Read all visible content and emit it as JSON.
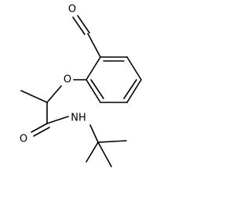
{
  "molecule": {
    "atoms": {
      "aldehyde_oxygen": "O",
      "ether_oxygen": "O",
      "carbonyl_oxygen": "O",
      "amide_nitrogen": "NH"
    },
    "colors": {
      "bond": "#000000",
      "label": "#000000",
      "background": "#ffffff"
    }
  }
}
